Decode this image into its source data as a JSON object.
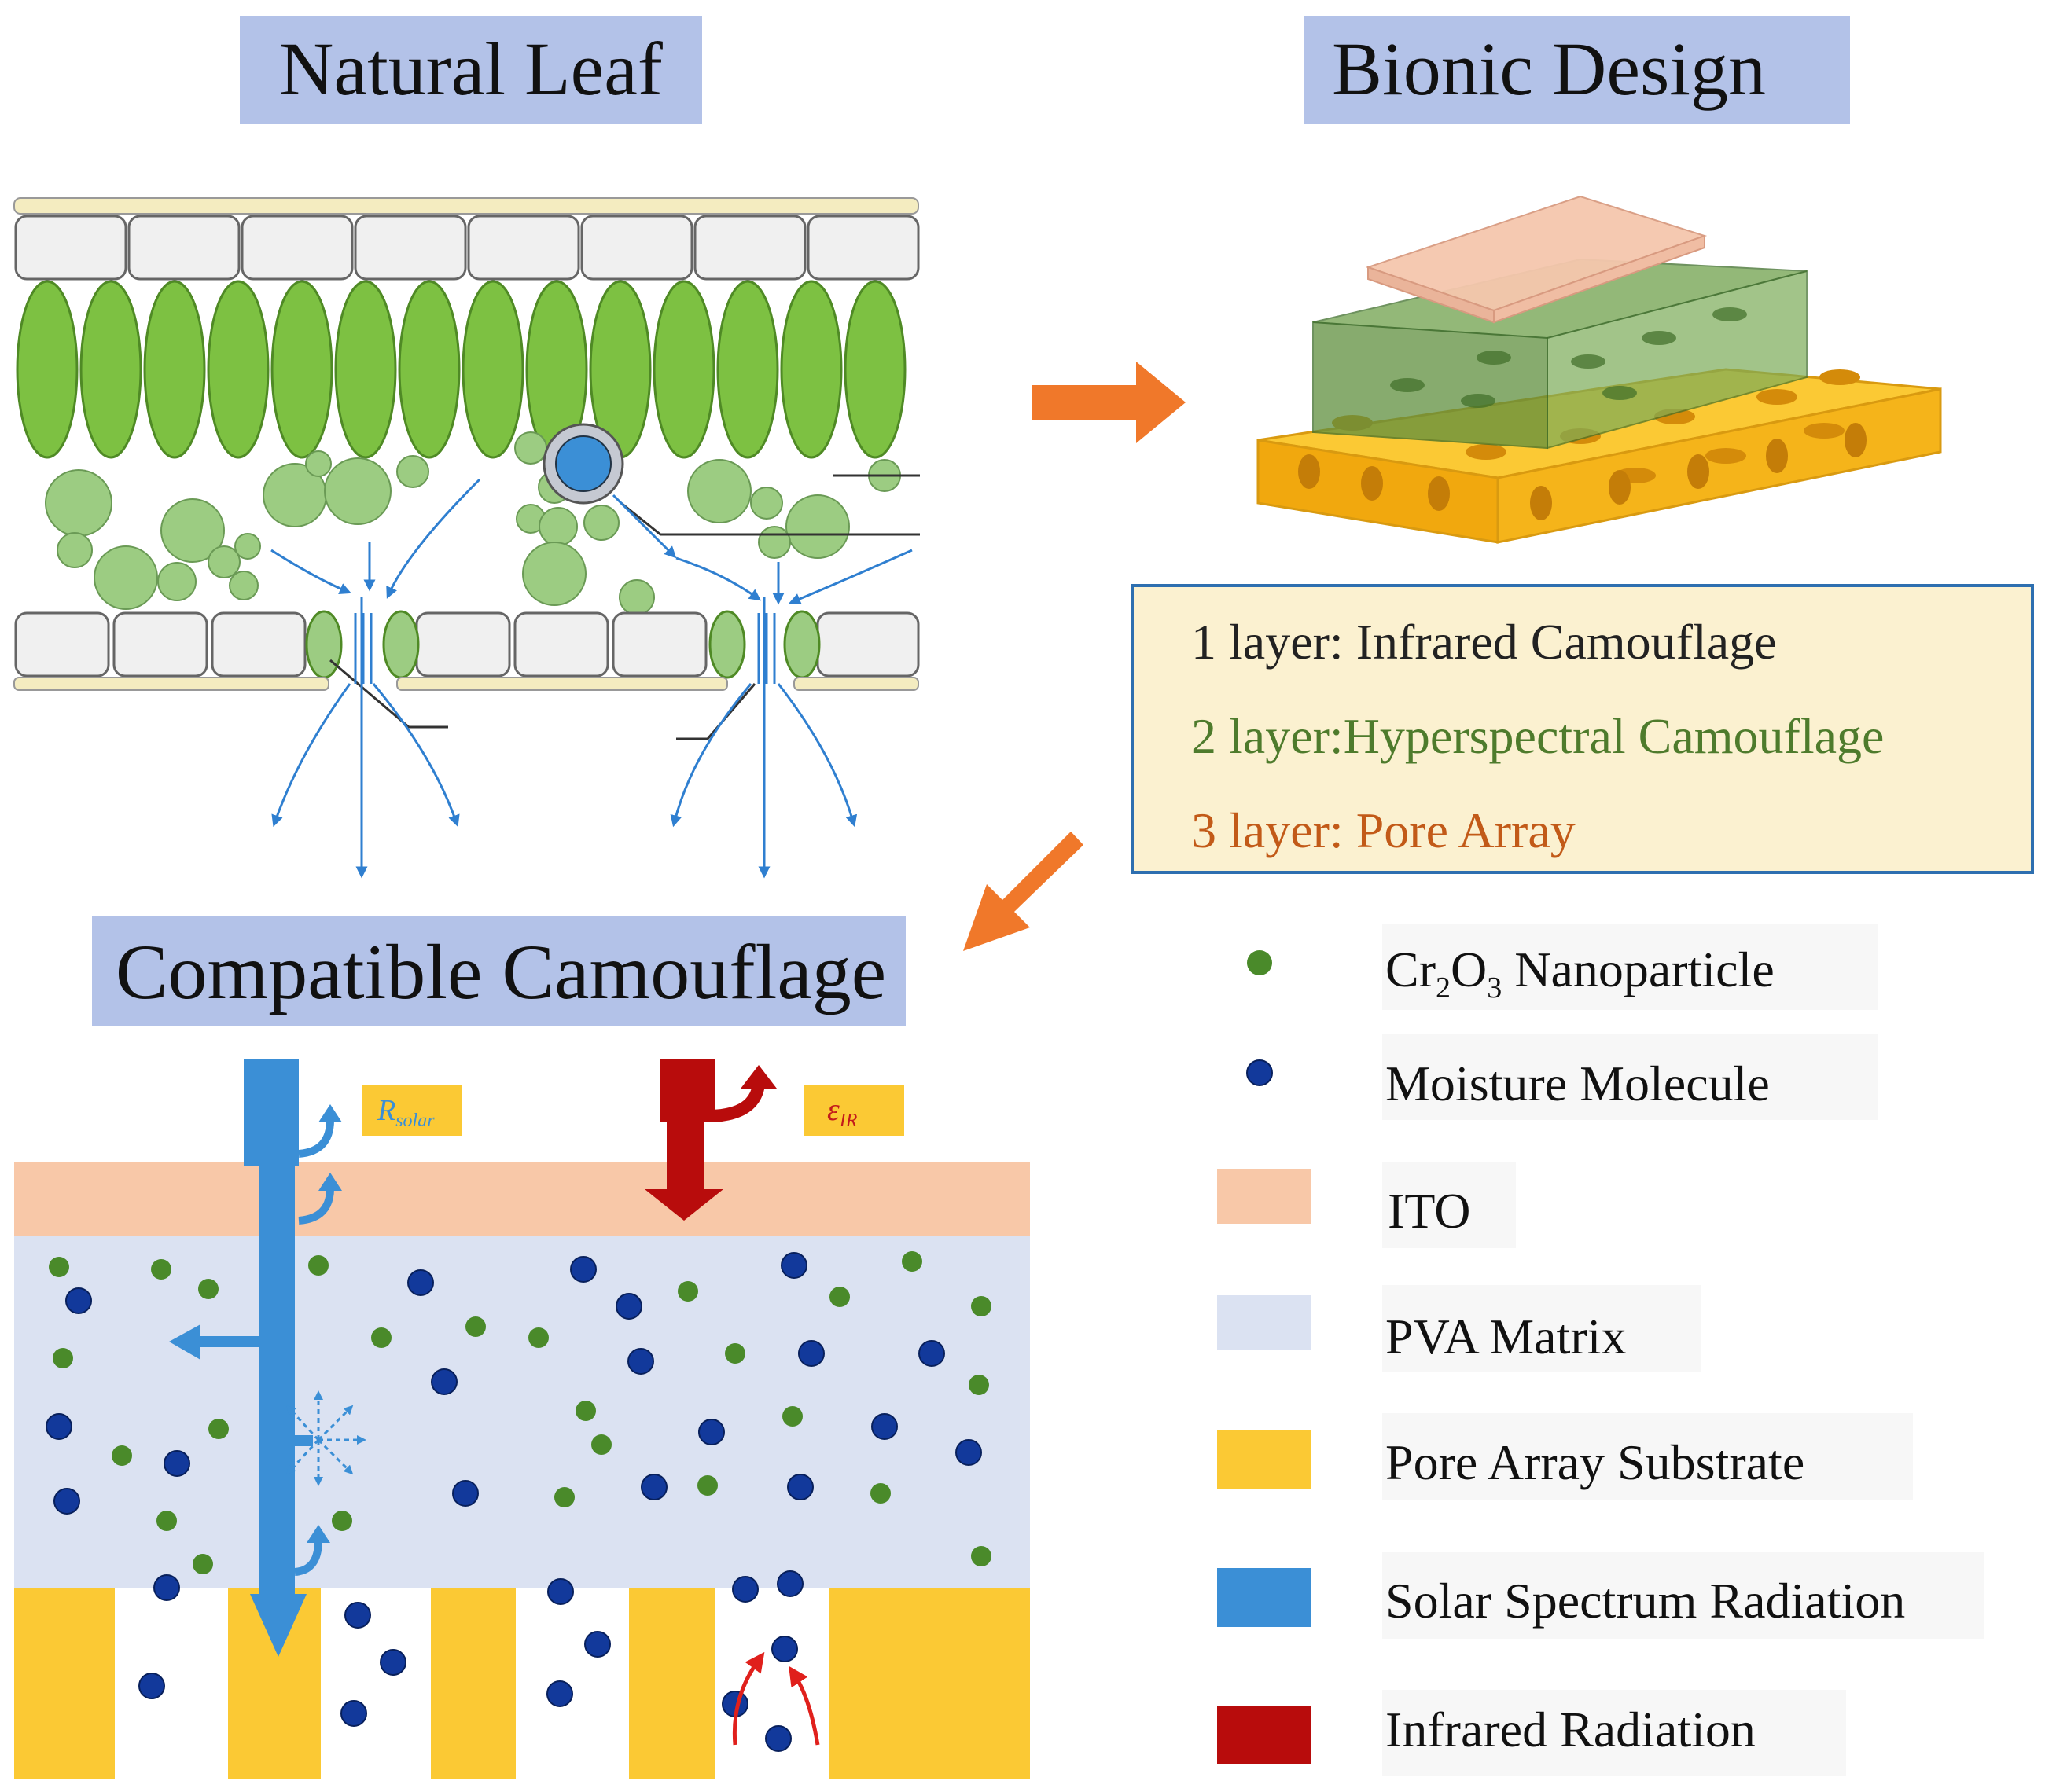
{
  "titles": {
    "natural_leaf": "Natural Leaf",
    "bionic_design": "Bionic Design",
    "compatible_camouflage": "Compatible Camouflage"
  },
  "layers_box": {
    "line1": "1 layer: Infrared Camouflage",
    "line2": "2 layer:Hyperspectral Camouflage",
    "line3": "3 layer: Pore Array"
  },
  "labels": {
    "r_solar_symbol": "R",
    "r_solar_sub": "solar",
    "e_ir_symbol": "ε",
    "e_ir_sub": "IR"
  },
  "legend": {
    "cr2o3_a": "Cr",
    "cr2o3_sub1": "2",
    "cr2o3_b": "O",
    "cr2o3_sub2": "3",
    "cr2o3_c": " Nanoparticle",
    "moisture": "Moisture Molecule",
    "ito": "ITO",
    "pva": "PVA Matrix",
    "pore_substrate": "Pore Array Substrate",
    "solar": "Solar Spectrum Radiation",
    "infrared": "Infrared Radiation"
  },
  "colors": {
    "title_bg": "#b3c2e8",
    "leaf_green": "#7dc142",
    "mesophyll_green": "#9ccc82",
    "ito": "#f8c8a8",
    "pva": "#dbe2f2",
    "pore": "#fbc934",
    "solar": "#3b8fd6",
    "infrared": "#b80c0c",
    "nanoparticle": "#4a8a2a",
    "moisture": "#12399b",
    "arrow_orange": "#f0782a",
    "layer1_text": "#222222",
    "layer2_text": "#4e7b2c",
    "layer3_text": "#c25a18",
    "box_bg": "#fbf1d0",
    "box_border": "#2e6fb0"
  }
}
